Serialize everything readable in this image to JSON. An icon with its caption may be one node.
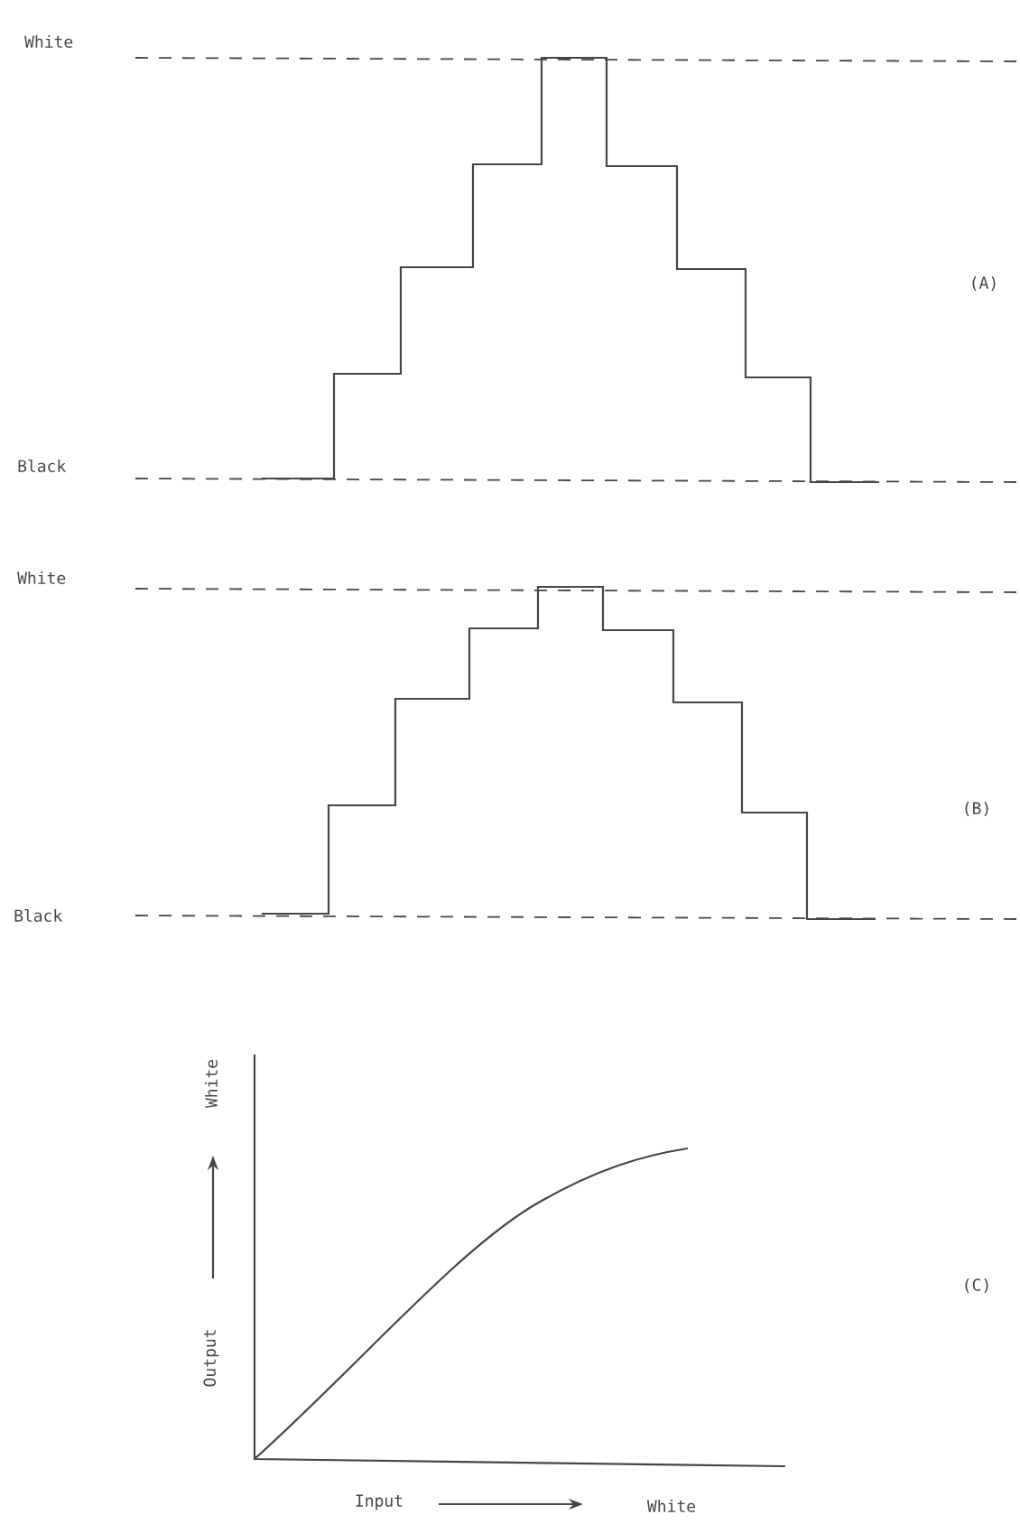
{
  "diagram": {
    "labels": [
      "White",
      "Black",
      "(A)",
      "White",
      "Black",
      "(B)",
      "White",
      "Output",
      "(C)",
      "Input",
      "White"
    ]
  }
}
